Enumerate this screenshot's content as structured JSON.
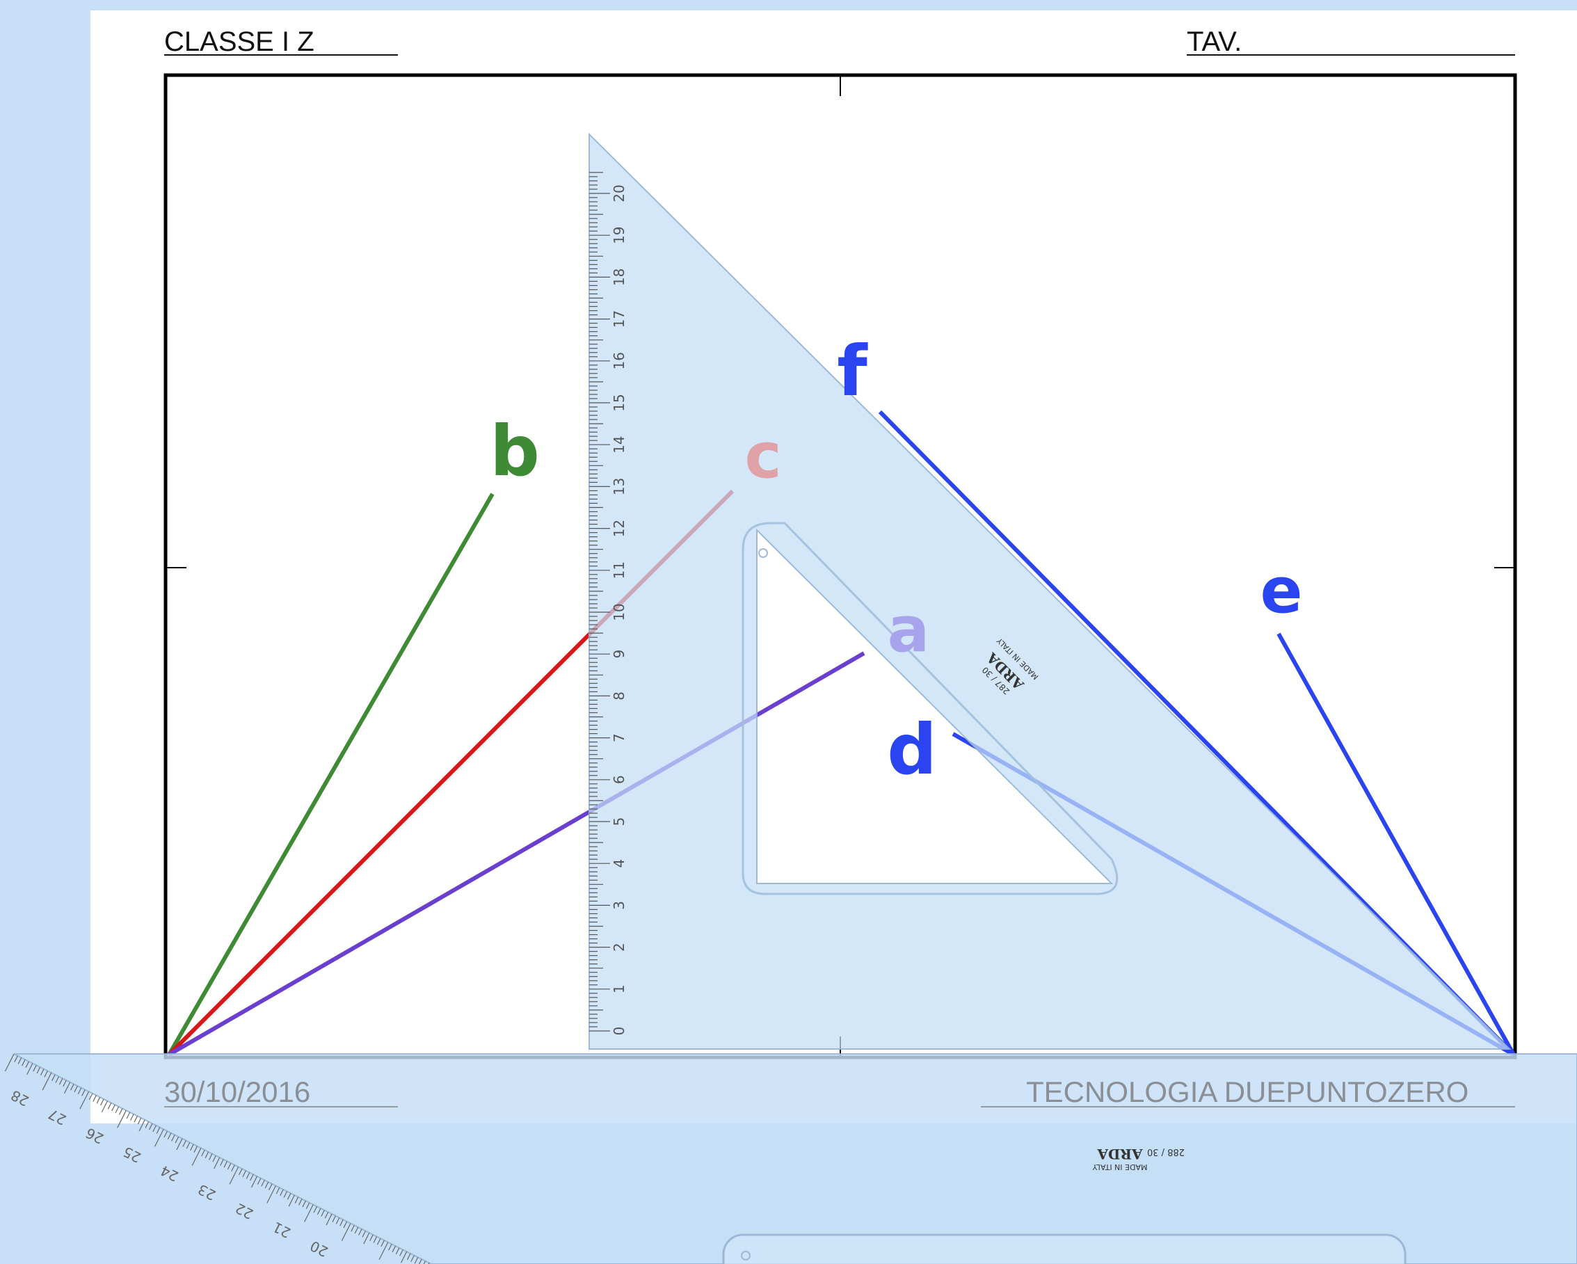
{
  "header": {
    "class_label": "CLASSE I Z",
    "tav_label": "TAV."
  },
  "footer": {
    "date": "30/10/2016",
    "brand": "TECNOLOGIA DUEPUNTOZERO"
  },
  "set_square_30_60": {
    "brand": "ARDA",
    "model": "287 / 30",
    "origin": "MADE IN ITALY",
    "scale_numbers": [
      "0",
      "1",
      "2",
      "3",
      "4",
      "5",
      "6",
      "7",
      "8",
      "9",
      "10",
      "11",
      "12",
      "13",
      "14",
      "15",
      "16",
      "17",
      "18",
      "19",
      "20"
    ]
  },
  "set_square_45": {
    "brand": "ARDA",
    "model": "288 / 30",
    "origin": "MADE IN ITALY",
    "scale_numbers": [
      "20",
      "21",
      "22",
      "23",
      "24",
      "25",
      "26",
      "27",
      "28"
    ]
  },
  "rays": [
    {
      "letter": "a",
      "color": "#6a3fd0",
      "label_color": "#a9a3ee"
    },
    {
      "letter": "b",
      "color": "#3f8a34",
      "label_color": "#3f8a34"
    },
    {
      "letter": "c",
      "color": "#d81818",
      "label_color": "#e0a2a6"
    },
    {
      "letter": "d",
      "color": "#2a45f0",
      "label_color": "#2a45f0"
    },
    {
      "letter": "e",
      "color": "#2a45f0",
      "label_color": "#2a45f0"
    },
    {
      "letter": "f",
      "color": "#2a45f0",
      "label_color": "#2a45f0"
    }
  ]
}
